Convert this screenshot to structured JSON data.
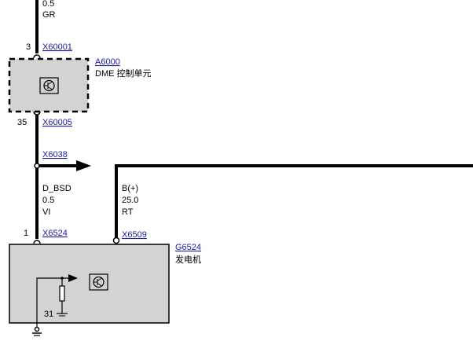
{
  "wire_top": {
    "size": "0.5",
    "color": "GR"
  },
  "connector_top": {
    "pin": "3",
    "id": "X60001"
  },
  "module_a6000": {
    "id": "A6000",
    "name": "DME 控制单元"
  },
  "connector_mid": {
    "pin": "35",
    "id": "X60005"
  },
  "splice": {
    "id": "X6038"
  },
  "wire_left": {
    "signal": "D_BSD",
    "size": "0.5",
    "color": "VI"
  },
  "wire_right": {
    "signal": "B(+)",
    "size": "25.0",
    "color": "RT"
  },
  "connector_bottom_left": {
    "pin": "1",
    "id": "X6524"
  },
  "connector_bottom_right": {
    "id": "X6509"
  },
  "module_g6524": {
    "id": "G6524",
    "name": "发电机"
  },
  "ground_pin": "31"
}
